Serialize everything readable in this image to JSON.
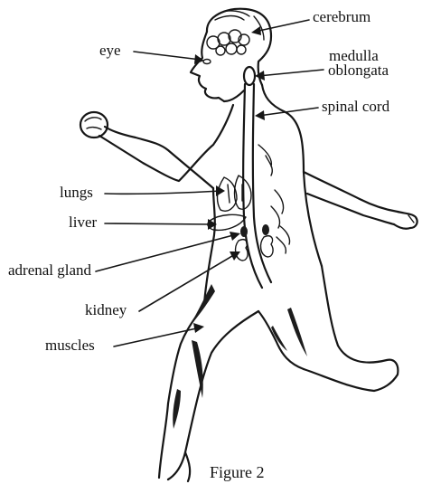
{
  "labels": {
    "cerebrum": "cerebrum",
    "eye": "eye",
    "medulla": "medulla",
    "oblongata": "oblongata",
    "spinal_cord": "spinal cord",
    "lungs": "lungs",
    "liver": "liver",
    "adrenal_gland": "adrenal gland",
    "kidney": "kidney",
    "muscles": "muscles"
  },
  "caption": "Figure 2"
}
